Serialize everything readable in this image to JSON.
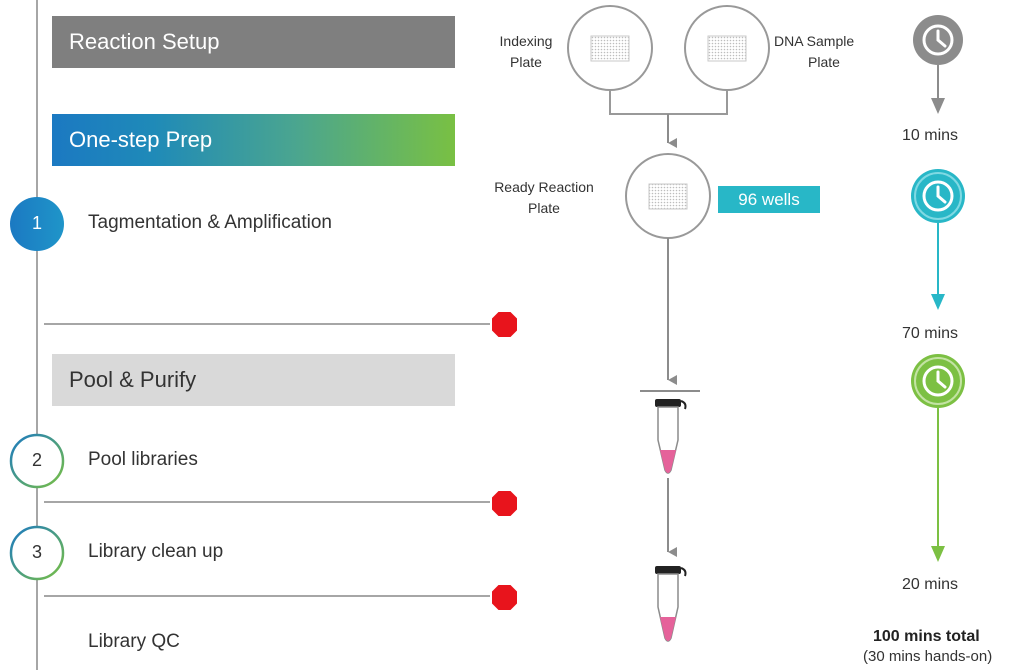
{
  "colors": {
    "gray_banner": "#7f7f7f",
    "light_gray_banner": "#d9d9d9",
    "gradient_blue": "#1b79c2",
    "gradient_green": "#79c043",
    "teal": "#28b7c7",
    "green": "#7cc043",
    "stop_red": "#e8141c",
    "line_gray": "#999999"
  },
  "workflow": {
    "banners": {
      "reaction_setup": "Reaction Setup",
      "one_step_prep": "One-step Prep",
      "pool_purify": "Pool & Purify"
    },
    "steps": [
      {
        "number": "1",
        "label": "Tagmentation & Amplification"
      },
      {
        "number": "2",
        "label": "Pool libraries"
      },
      {
        "number": "3",
        "label": "Library clean up"
      },
      {
        "number": "",
        "label": "Library QC"
      }
    ]
  },
  "plates": {
    "indexing_label_line1": "Indexing",
    "indexing_label_line2": "Plate",
    "dna_label_line1": "DNA Sample",
    "dna_label_line2": "Plate",
    "ready_label_line1": "Ready Reaction",
    "ready_label_line2": "Plate",
    "wells_badge": "96 wells"
  },
  "timeline": {
    "times": [
      "10 mins",
      "70 mins",
      "20 mins"
    ],
    "clock_icons": [
      "clock-icon-gray",
      "clock-icon-teal",
      "clock-icon-green"
    ],
    "total_main": "100 mins total",
    "total_sub": "(30 mins hands-on)"
  }
}
